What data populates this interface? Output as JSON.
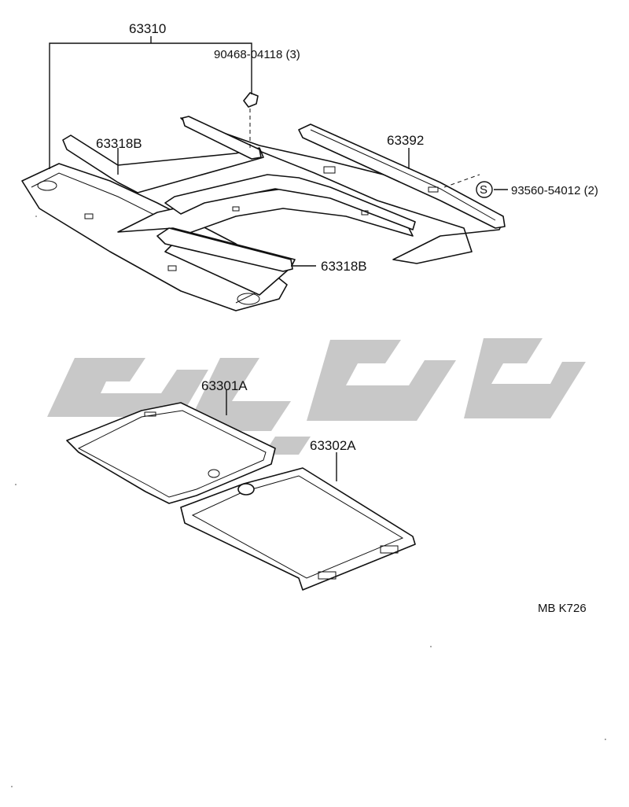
{
  "diagram": {
    "labels": {
      "assembly_63310": "63310",
      "clip_90468": "90468-04118 (3)",
      "weatherstrip_63318B_top": "63318B",
      "weatherstrip_63318B_bottom": "63318B",
      "rail_63392": "63392",
      "screw_93560": "93560-54012 (2)",
      "screw_marker": "S",
      "panel_63301A": "63301A",
      "panel_63302A": "63302A",
      "figure_code": "MB  K726"
    },
    "colors": {
      "line": "#111111",
      "watermark": "#c8c8c8",
      "background": "#ffffff"
    }
  }
}
